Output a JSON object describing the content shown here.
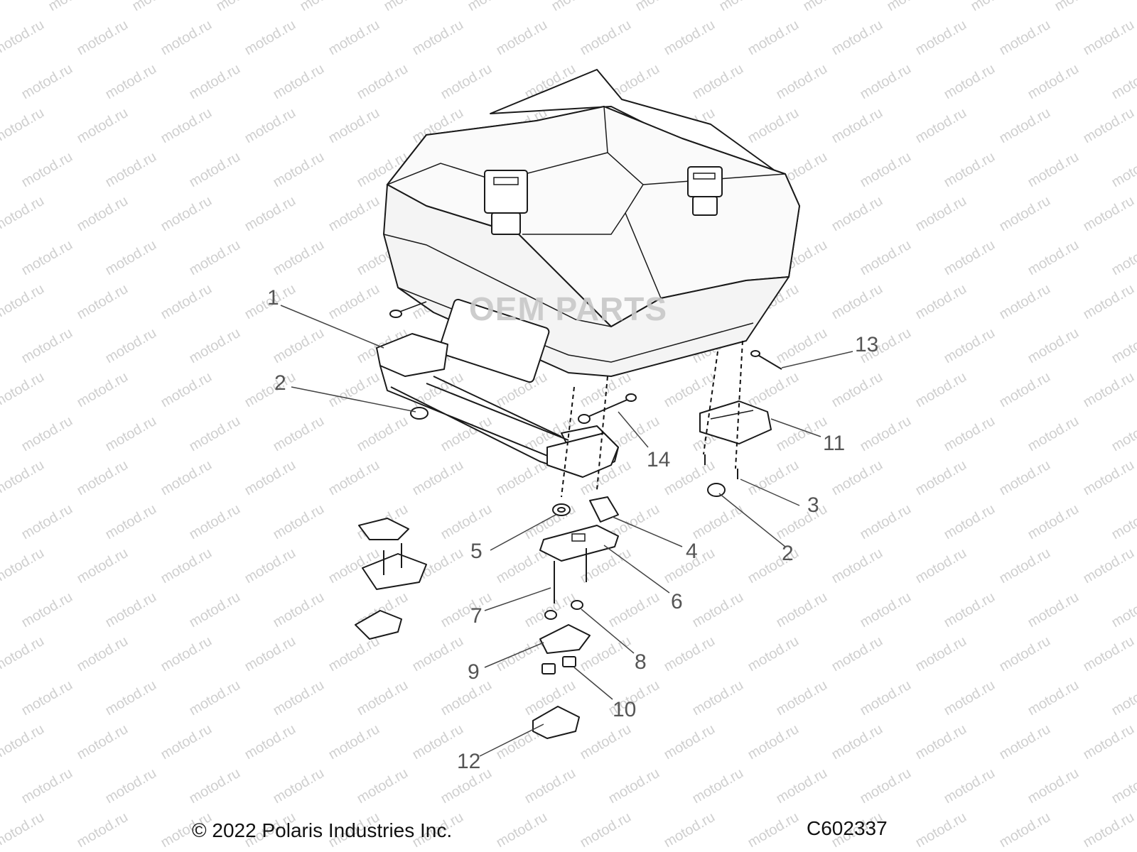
{
  "watermark": "motod.ru",
  "brand_logo": "OEM PARTS",
  "callouts": [
    "1",
    "2",
    "2",
    "3",
    "4",
    "5",
    "6",
    "7",
    "8",
    "9",
    "10",
    "11",
    "12",
    "13",
    "14"
  ],
  "footer": {
    "copyright": "© 2022 Polaris Industries Inc.",
    "diagram_code": "C602337"
  }
}
